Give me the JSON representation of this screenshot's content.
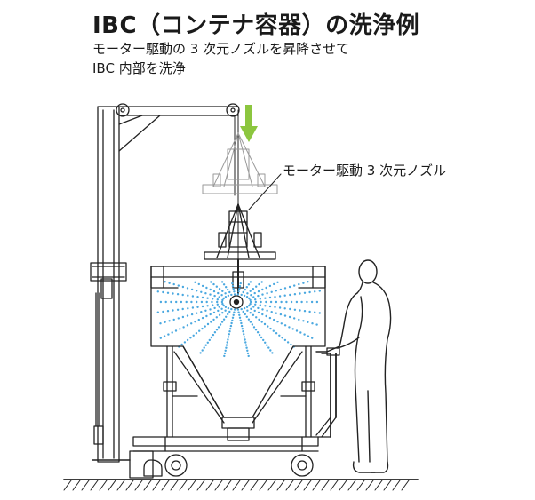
{
  "title": "IBC（コンテナ容器）の洗浄例",
  "subtitle_line1": "モーター駆動の 3 次元ノズルを昇降させて",
  "subtitle_line2": "IBC 内部を洗浄",
  "callout": "モーター駆動 3 次元ノズル",
  "colors": {
    "line": "#222222",
    "spray": "#4aa8e0",
    "arrow": "#8cc63f",
    "ghost": "#9a9a9a"
  }
}
